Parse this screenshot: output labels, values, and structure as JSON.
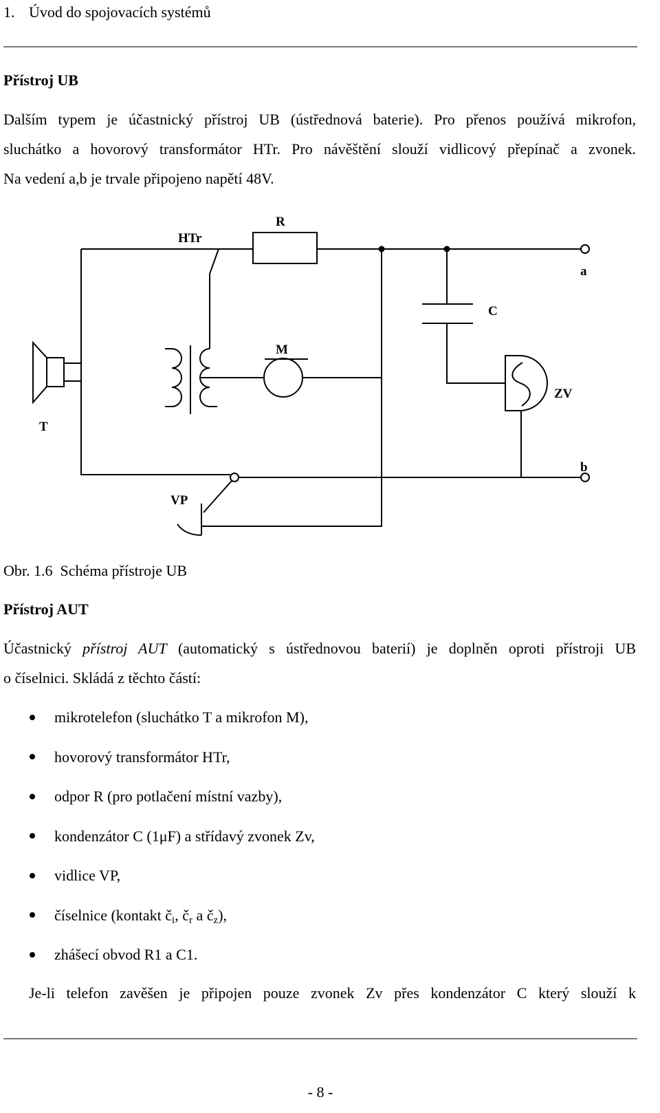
{
  "header": {
    "chapter_number": "1.",
    "chapter_title": "Úvod do spojovacích systémů"
  },
  "section_ub": {
    "heading": "Přístroj UB",
    "paragraph_lines": [
      "Dalším typem je účastnický přístroj UB (ústřednová baterie). Pro přenos používá mikrofon,",
      "sluchátko a hovorový  transformátor HTr. Pro návěštění slouží vidlicový přepínač a zvonek.",
      "Na vedení a,b je trvale připojeno napětí 48V."
    ]
  },
  "figure": {
    "labels": {
      "htr": "HTr",
      "r": "R",
      "a": "a",
      "c": "C",
      "m": "M",
      "zv": "ZV",
      "t": "T",
      "b": "b",
      "vp": "VP"
    },
    "caption": "Obr. 1.6  Schéma přístroje UB"
  },
  "section_aut": {
    "heading": "Přístroj AUT",
    "intro_line1": {
      "before": "Účastnický ",
      "italic": "přístroj AUT",
      "after": " (automatický s ústřednovou baterií) je doplněn oproti přístroji UB"
    },
    "intro_line2": "o číselnici. Skládá z těchto částí:",
    "items": [
      "mikrotelefon (sluchátko T a mikrofon M),",
      "hovorový transformátor HTr,",
      "odpor R (pro potlačení místní vazby),",
      "kondenzátor C (1μF) a střídavý zvonek Zv,",
      "vidlice VP,",
      {
        "a": "číselnice (kontakt č",
        "sub_i": "i",
        "b": ", č",
        "sub_r": "r",
        "c": " a č",
        "sub_z": "z",
        "d": "),"
      },
      "zhášecí obvod R1 a C1."
    ]
  },
  "continuation_line": "Je-li telefon zavěšen je připojen pouze zvonek Zv přes kondenzátor C který slouží k",
  "footer": {
    "page_number": "- 8 -"
  }
}
